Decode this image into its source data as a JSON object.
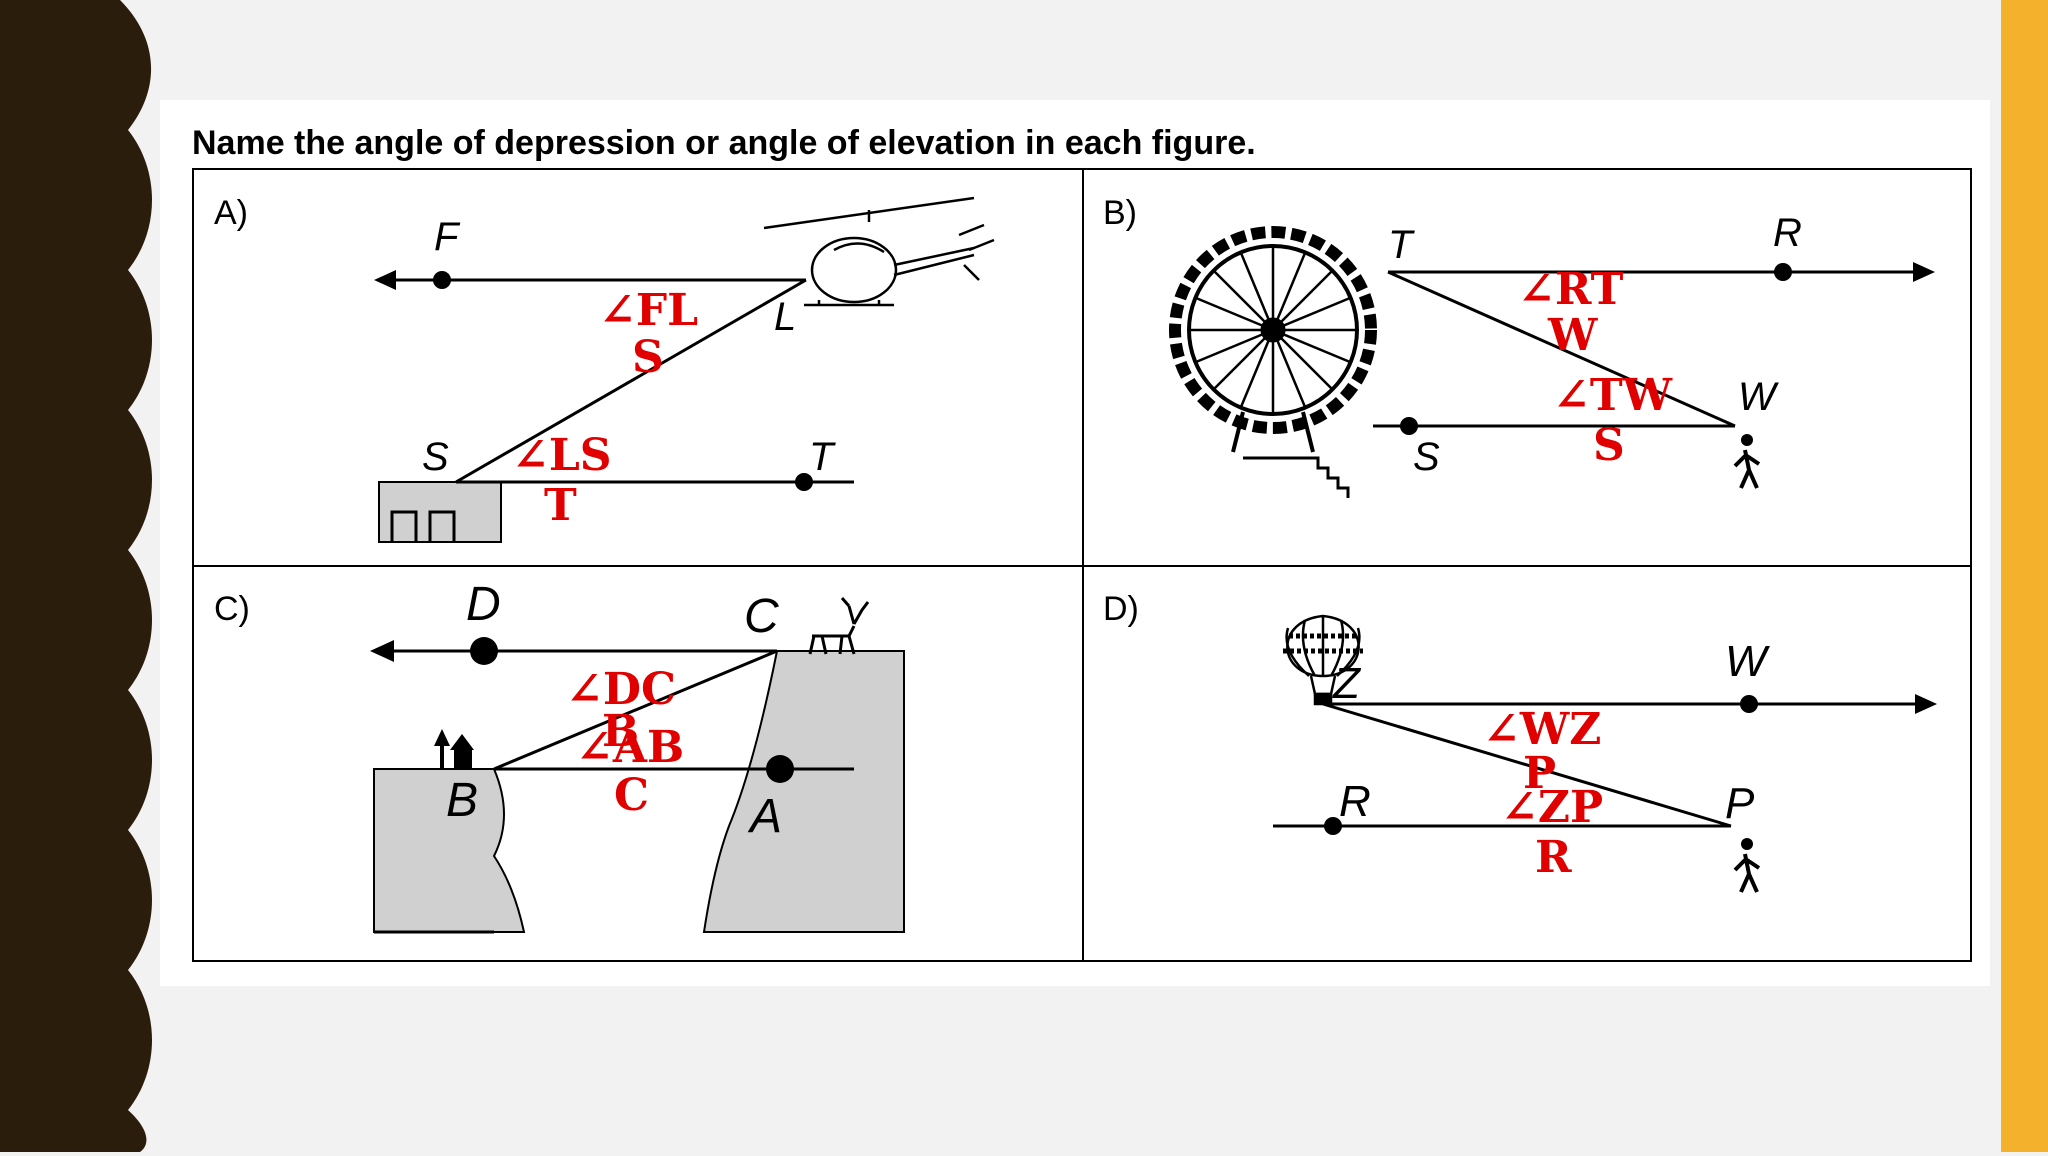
{
  "slide": {
    "heading": "Name the angle of depression or angle of elevation in each figure.",
    "colors": {
      "left_band": "#2b1d0c",
      "right_band": "#f3b12c",
      "answer_text": "#e00000",
      "background": "#f2f2f2"
    }
  },
  "panels": {
    "a": {
      "label": "A)",
      "points": {
        "F": "F",
        "L": "L",
        "S": "S",
        "T": "T"
      },
      "answers": {
        "first": [
          "∠FL",
          "S"
        ],
        "second": [
          "∠LS",
          "T"
        ]
      }
    },
    "b": {
      "label": "B)",
      "points": {
        "T": "T",
        "R": "R",
        "W": "W",
        "S": "S"
      },
      "answers": {
        "first": [
          "∠RT",
          "W"
        ],
        "second": [
          "∠TW",
          "S"
        ]
      }
    },
    "c": {
      "label": "C)",
      "points": {
        "D": "D",
        "C": "C",
        "B": "B",
        "A": "A"
      },
      "answers": {
        "first": [
          "∠DC",
          "B"
        ],
        "second": [
          "∠AB",
          "C"
        ]
      }
    },
    "d": {
      "label": "D)",
      "points": {
        "Z": "Z",
        "W": "W",
        "R": "R",
        "P": "P"
      },
      "answers": {
        "first": [
          "∠WZ",
          "P"
        ],
        "second": [
          "∠ZP",
          "R"
        ]
      }
    }
  }
}
